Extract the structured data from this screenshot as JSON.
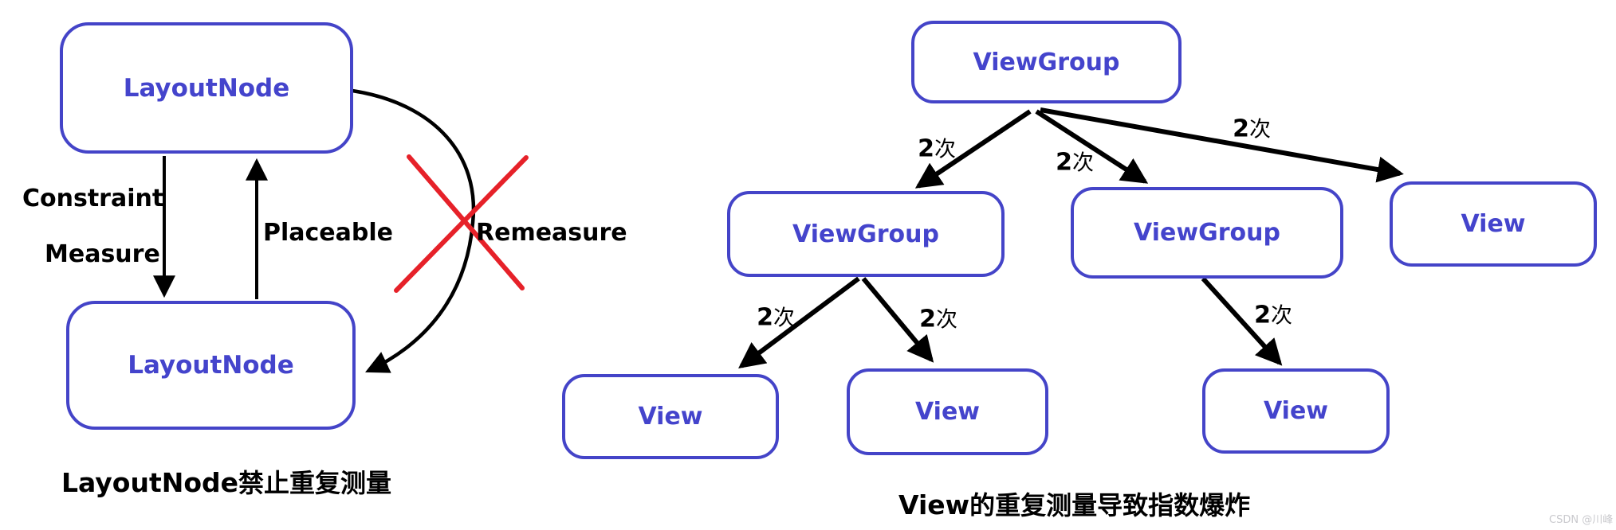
{
  "left_diagram": {
    "node_top_label": "LayoutNode",
    "node_bottom_label": "LayoutNode",
    "down_edge_labels": [
      "Constraint",
      "Measure"
    ],
    "up_edge_label": "Placeable",
    "crossed_edge_label": "Remeasure",
    "caption": {
      "latin": "LayoutNode",
      "cjk": "禁止重复测量"
    }
  },
  "right_diagram": {
    "root_label": "ViewGroup",
    "level1_labels": [
      "ViewGroup",
      "ViewGroup",
      "View"
    ],
    "leaf_labels": [
      "View",
      "View",
      "View"
    ],
    "edge_labels": [
      {
        "num": "2",
        "cjk": "次"
      },
      {
        "num": "2",
        "cjk": "次"
      },
      {
        "num": "2",
        "cjk": "次"
      },
      {
        "num": "2",
        "cjk": "次"
      },
      {
        "num": "2",
        "cjk": "次"
      },
      {
        "num": "2",
        "cjk": "次"
      }
    ],
    "caption": {
      "latin": "View",
      "cjk": "的重复测量导致指数爆炸"
    }
  },
  "watermark": "CSDN @川峰",
  "colors": {
    "node_border": "#4444c8",
    "node_text": "#4444cc",
    "arrow_black": "#000000",
    "cross_red": "#e62129",
    "watermark_gray": "#c9c9cd",
    "background": "#ffffff"
  }
}
